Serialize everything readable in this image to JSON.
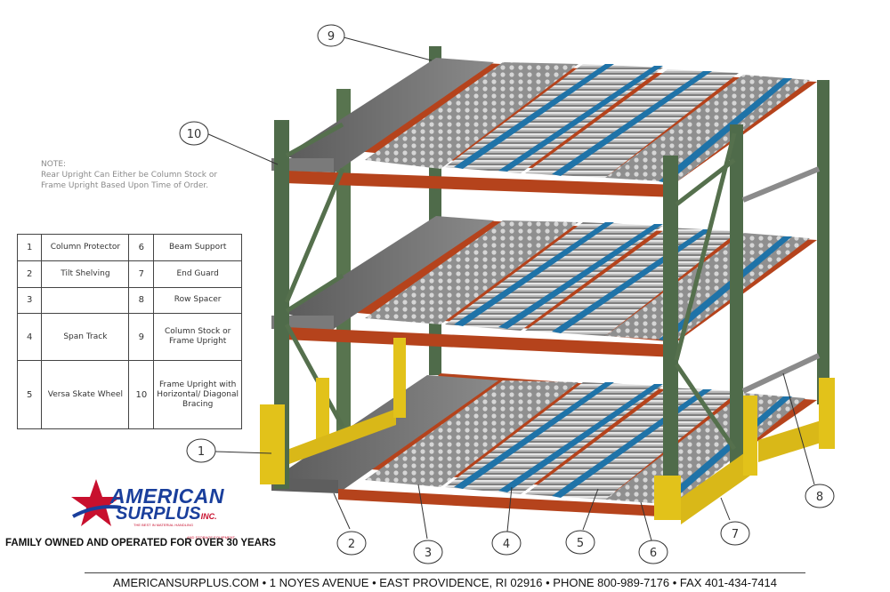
{
  "note": {
    "heading": "NOTE:",
    "line1": "Rear Upright Can Either be Column Stock or",
    "line2": "Frame Upright Based Upon Time of Order."
  },
  "legend": [
    {
      "left_num": "1",
      "left_label": "Column Protector",
      "right_num": "6",
      "right_label": "Beam Support"
    },
    {
      "left_num": "2",
      "left_label": "Tilt Shelving",
      "right_num": "7",
      "right_label": "End Guard"
    },
    {
      "left_num": "3",
      "left_label": "",
      "right_num": "8",
      "right_label": "Row Spacer"
    },
    {
      "left_num": "4",
      "left_label": "Span Track",
      "right_num": "9",
      "right_label": "Column Stock or Frame Upright"
    },
    {
      "left_num": "5",
      "left_label": "Versa Skate Wheel",
      "right_num": "10",
      "right_label": "Frame Upright with Horizontal/ Diagonal Bracing"
    }
  ],
  "callouts": [
    "9",
    "10",
    "1",
    "2",
    "3",
    "4",
    "5",
    "6",
    "7",
    "8"
  ],
  "logo": {
    "word1": "AMERICAN",
    "word2": "SURPLUS",
    "suffix": "INC.",
    "sub": "THE BEST IN MATERIAL HANDLING",
    "sub2": "AND STORAGE EQUIPMENT"
  },
  "tagline": "FAMILY OWNED AND OPERATED FOR OVER 30 YEARS",
  "footer": "AMERICANSURPLUS.COM • 1 NOYES AVENUE • EAST PROVIDENCE, RI 02916 • PHONE 800-989-7176 • FAX 401-434-7414",
  "colors": {
    "upright": "#4f6b4a",
    "beam": "#b5431c",
    "track": "#1f73a8",
    "shelf": "#6e6e6e",
    "guard": "#e2c21a",
    "logo_blue": "#1a3f9c",
    "logo_red": "#c8102e"
  }
}
